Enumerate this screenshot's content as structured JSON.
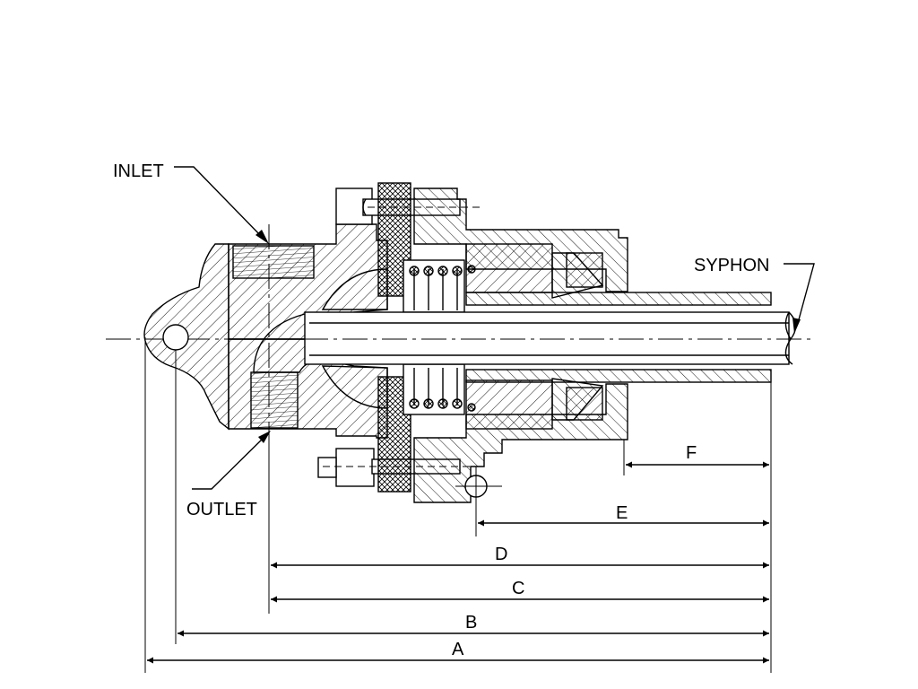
{
  "labels": {
    "inlet": "INLET",
    "outlet": "OUTLET",
    "syphon": "SYPHON"
  },
  "dimensions": {
    "a": "A",
    "b": "B",
    "c": "C",
    "d": "D",
    "e": "E",
    "f": "F"
  }
}
